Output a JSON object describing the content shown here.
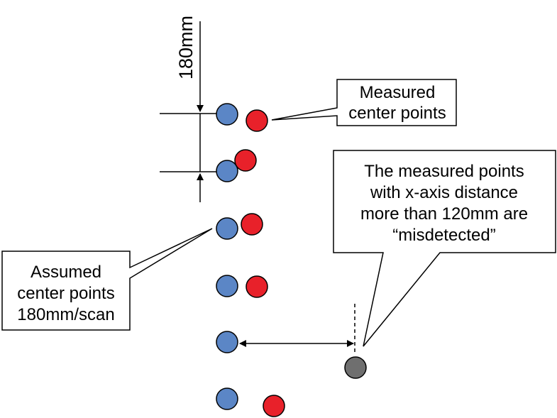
{
  "dimension": {
    "label": "180mm"
  },
  "callouts": {
    "measured": {
      "lines": [
        "Measured",
        "center points"
      ]
    },
    "misdetected": {
      "lines": [
        "The measured points",
        "with x-axis distance",
        "more than 120mm are",
        "“misdetected”"
      ]
    },
    "assumed": {
      "lines": [
        "Assumed",
        "center points",
        "180mm/scan"
      ]
    }
  },
  "colors": {
    "assumed_point": "#5b86c6",
    "measured_point": "#e8212a",
    "misdetected_point": "#6f6f6f",
    "stroke": "#000000"
  }
}
